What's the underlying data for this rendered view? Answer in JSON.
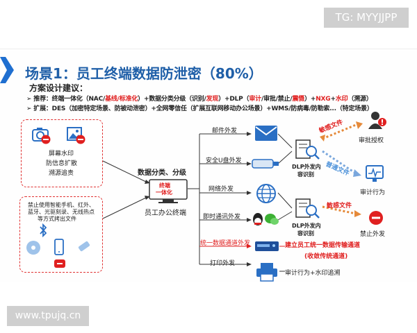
{
  "watermarks": {
    "tg": "TG: MYYJJPP",
    "url": "www.tpujq.cn"
  },
  "title": "场景1：员工终端数据防泄密（80%）",
  "subhead": "方案设计建议：",
  "bullets": {
    "recommend": {
      "p1": "➢  推荐：终端一体化（NAC/",
      "r1": "基线/标准化",
      "p2": "）+数据分类分级（识别/",
      "r2": "发现",
      "p3": "）+DLP（",
      "r3": "审计",
      "p4": "/审批/禁止/",
      "r4": "震慑",
      "p5": "）+",
      "r5": "NXG",
      "p6": "+",
      "r6": "水印",
      "p7": "（溯源）"
    },
    "extend": "➢  扩展：DES（加密特定场景、防被动泄密）+全网零信任（扩展互联网移动办公场景）+WMS/防病毒/防勒索...（特定场景）"
  },
  "left_top_box": {
    "lines": [
      "屏幕水印",
      "防信息扩散",
      "溯源追责"
    ]
  },
  "left_bottom_box": {
    "lines": [
      "禁止使用智能手机、红外、",
      "蓝牙、光驱刻录、无线热点",
      "等方式拷出文件"
    ]
  },
  "center": {
    "classify": "数据分类、分级",
    "screen_text": "终端\n一体化",
    "screen_l1": "终端",
    "screen_l2": "一体化",
    "terminal": "员工办公终端"
  },
  "channels": [
    {
      "label": "邮件外发",
      "icon": "email-icon"
    },
    {
      "label": "安全U盘外发",
      "icon": "usb-drive-icon"
    },
    {
      "label": "网络外发",
      "icon": "globe-icon"
    },
    {
      "label": "即时通讯外发",
      "icon": "chat-icon"
    },
    {
      "label": "统一数据通道外发",
      "icon": "gateway-icon"
    },
    {
      "label": "打印外发",
      "icon": "printer-icon"
    }
  ],
  "dlp": [
    {
      "l1": "DLP外发内",
      "l2": "容识别"
    },
    {
      "l1": "DLP外发内",
      "l2": "容识别"
    }
  ],
  "flows": {
    "sensitive1": "敏感文件",
    "normal": "普通文件",
    "sensitive2": "敏感文件"
  },
  "results": {
    "approval": "审批授权",
    "audit": "审计行为",
    "block": "禁止外发",
    "unified_l1": "建立员工统一数据传输通道",
    "unified_l2": "(收敛传统通道)",
    "print_audit": "审计行为+水印追溯"
  },
  "colors": {
    "title": "#1f5fa8",
    "accent_red": "#e02020",
    "accent_blue": "#1f6fd0",
    "line": "#333333"
  }
}
